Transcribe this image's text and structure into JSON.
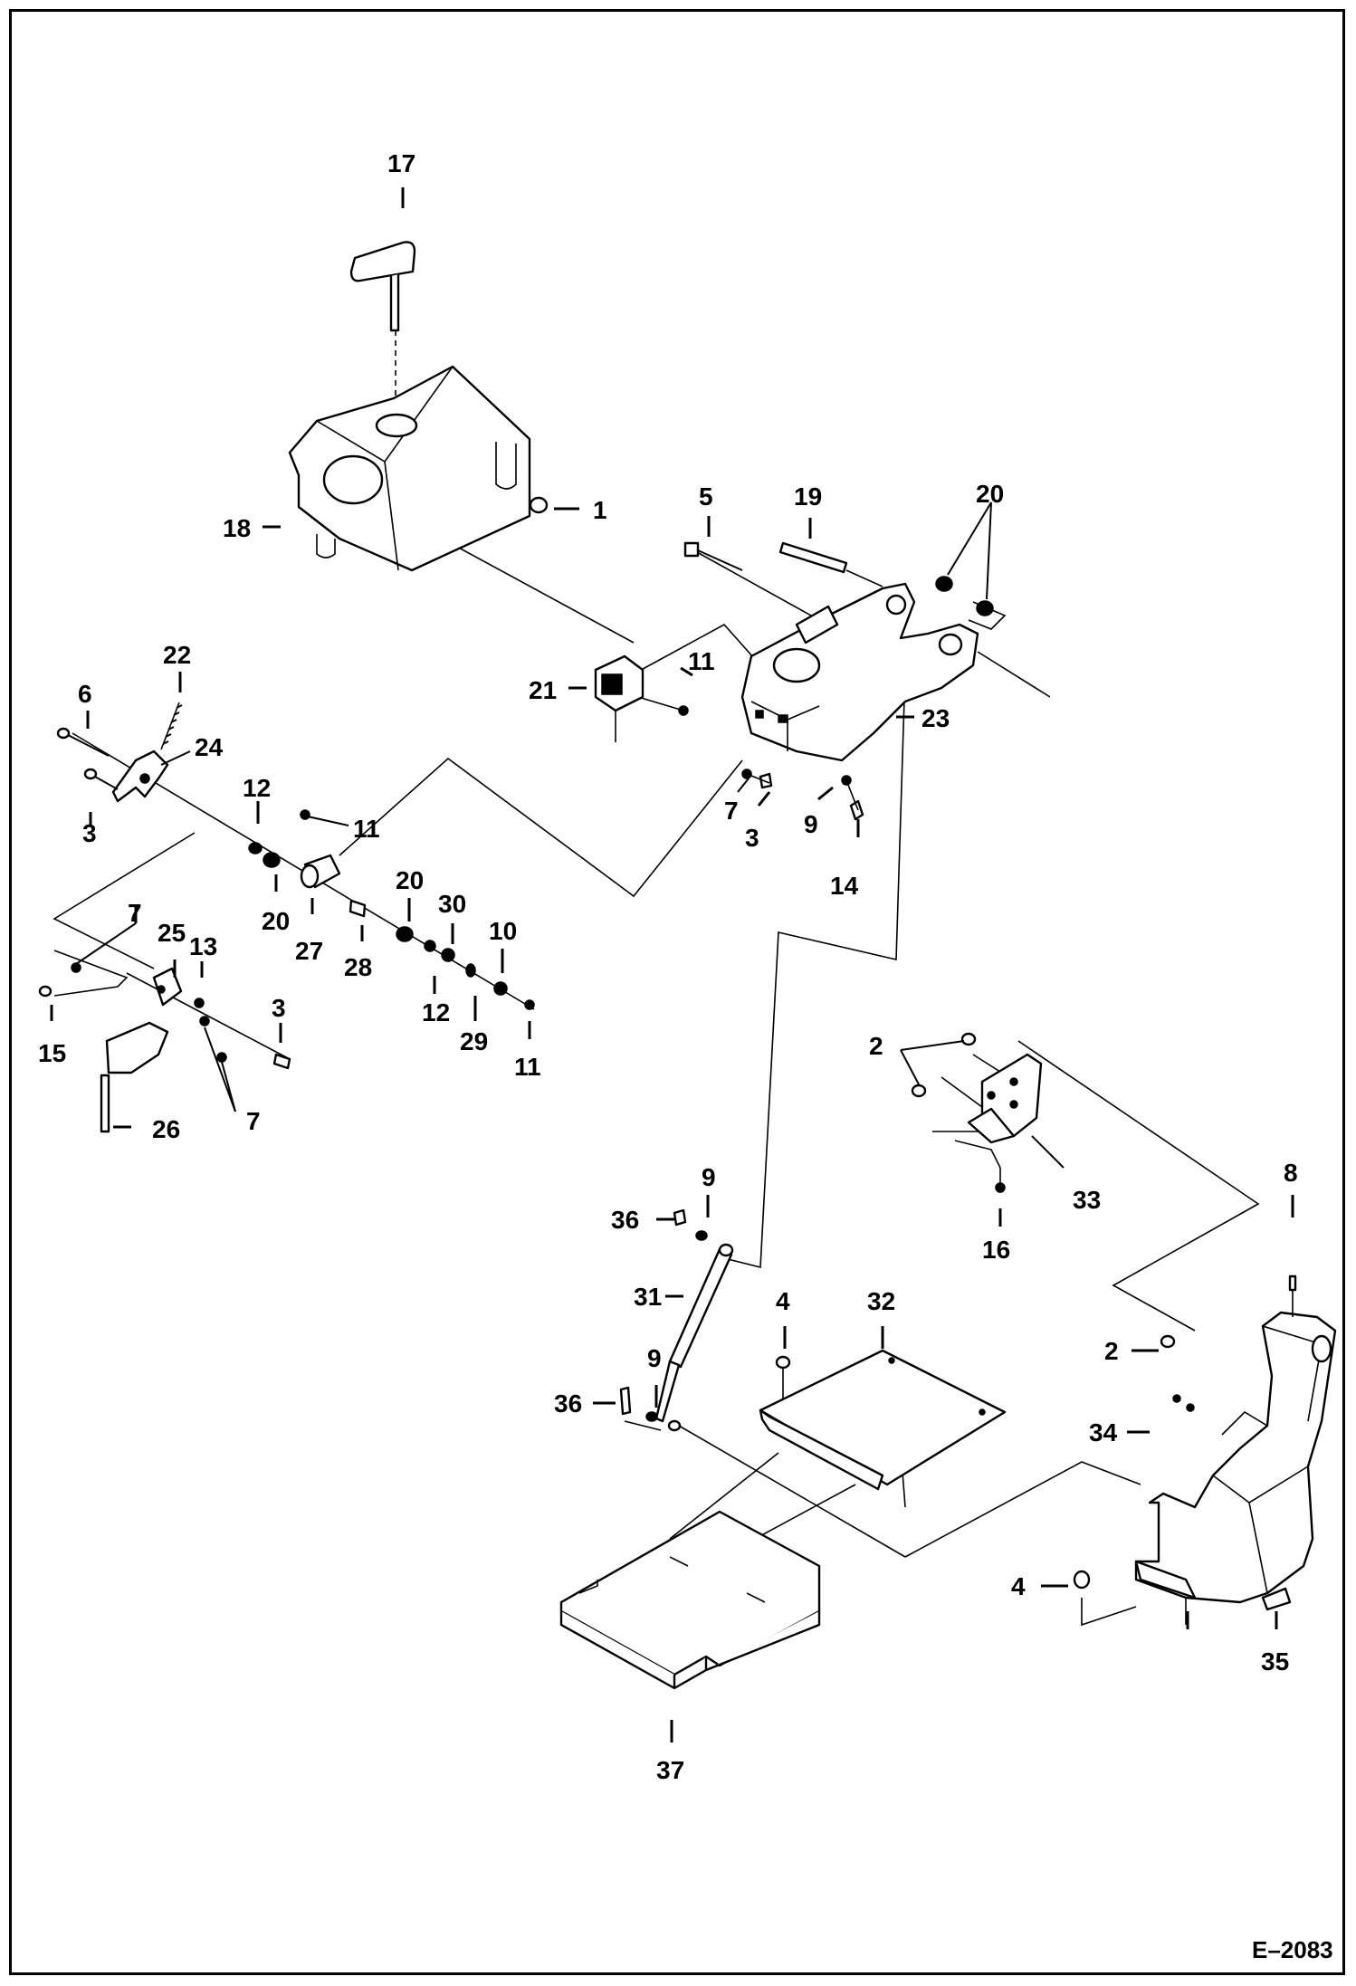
{
  "diagram": {
    "figure_code": "E–2083",
    "callouts": {
      "c1": "1",
      "c2a": "2",
      "c2b": "2",
      "c3a": "3",
      "c3b": "3",
      "c3c": "3",
      "c4a": "4",
      "c4b": "4",
      "c5": "5",
      "c6": "6",
      "c7a": "7",
      "c7b": "7",
      "c7c": "7",
      "c8": "8",
      "c9a": "9",
      "c9b": "9",
      "c9c": "9",
      "c10": "10",
      "c11a": "11",
      "c11b": "11",
      "c11c": "11",
      "c12a": "12",
      "c12b": "12",
      "c13": "13",
      "c14": "14",
      "c15": "15",
      "c16": "16",
      "c17": "17",
      "c18": "18",
      "c19": "19",
      "c20a": "20",
      "c20b": "20",
      "c20c": "20",
      "c21": "21",
      "c22": "22",
      "c23": "23",
      "c24": "24",
      "c25": "25",
      "c26": "26",
      "c27": "27",
      "c28": "28",
      "c29": "29",
      "c30": "30",
      "c31": "31",
      "c32": "32",
      "c33": "33",
      "c34": "34",
      "c35": "35",
      "c36a": "36",
      "c36b": "36",
      "c37": "37"
    }
  }
}
